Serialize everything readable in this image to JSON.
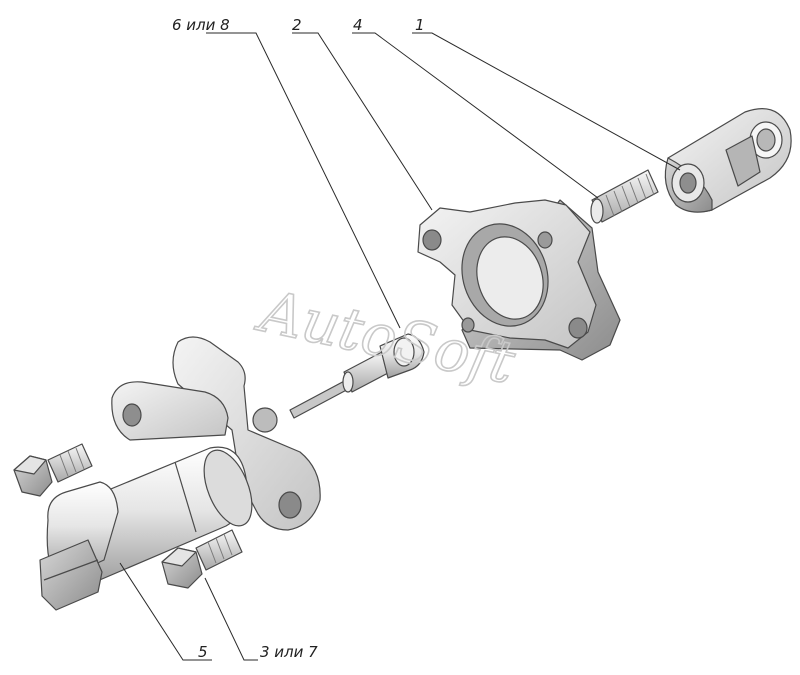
{
  "callouts": {
    "c1": "1",
    "c2": "2",
    "c4": "4",
    "c6": "6 или 8",
    "c5": "5",
    "c3": "3 или 7"
  },
  "watermark": "AutoSoft",
  "colors": {
    "metal_light": "#eeeeee",
    "metal_mid": "#d2d2d2",
    "metal_dark": "#9a9a9a",
    "line": "#2a2a2a"
  }
}
